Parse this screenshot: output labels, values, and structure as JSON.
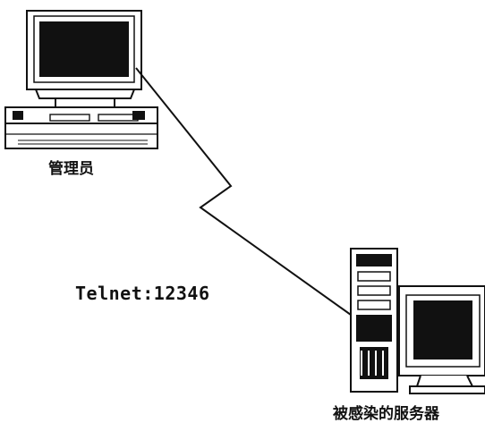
{
  "diagram": {
    "admin_label": "管理员",
    "connection_label": "Telnet:12346",
    "server_label": "被感染的服务器"
  }
}
